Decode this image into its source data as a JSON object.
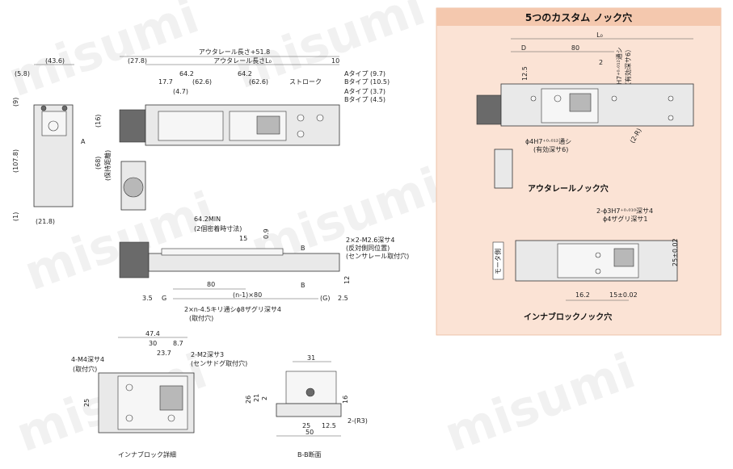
{
  "watermark": "misumi",
  "custom_panel": {
    "title": "5つのカスタム ノック穴",
    "bg_color": "#fbe3d5",
    "title_bg": "#f4c8ae",
    "outer_rail": {
      "caption": "アウタレールノック穴",
      "dims": {
        "L0": "L₀",
        "D": "D",
        "d80": "80",
        "d2": "2",
        "d12_5": "12.5"
      },
      "hole4": "4H7⁺⁰·⁰¹²通シ",
      "hole4_depth": "（有効深サ6）",
      "hole_phi4": "ϕ4H7⁺⁰·⁰¹²通シ",
      "hole_phi4_depth": "(有効深サ6)",
      "r": "(2-R)"
    },
    "inner_block": {
      "caption": "インナブロックノック穴",
      "hole": "2-ϕ3H7⁺⁰·⁰¹⁰深サ4",
      "hole_sub": "ϕ4ザグリ深サ1",
      "motor": "モータ側",
      "d25": "25±0.02",
      "d16_2": "16.2",
      "d15": "15±0.02"
    }
  },
  "main_view": {
    "d43_6": "(43.6)",
    "d5_8": "(5.8)",
    "d9": "(9)",
    "d107_8": "(107.8)",
    "d1": "(1)",
    "d21_8": "(21.8)",
    "d27_8": "(27.8)",
    "outer_len_51": "アウタレール長さ+51.8",
    "outer_len": "アウタレール長さL₀",
    "d10": "10",
    "a_type": "Aタイプ (9.7)",
    "b_type": "Bタイプ (10.5)",
    "a_type2": "Aタイプ (3.7)",
    "b_type2": "Bタイプ (4.5)",
    "d64_2a": "64.2",
    "d64_2b": "64.2",
    "d62_6a": "(62.6)",
    "d62_6b": "(62.6)",
    "d17_7": "17.7",
    "d4_7": "(4.7)",
    "stroke": "ストローク",
    "d16": "(16)",
    "d68": "(68)",
    "holding": "(保持距離)",
    "a_label": "A"
  },
  "side_view": {
    "min": "64.2MIN",
    "min_note": "(2個密着時寸法)",
    "d15": "15",
    "d0_9": "0.9",
    "b_label": "B",
    "m26": "2×2-M2.6深サ4",
    "m26_note1": "(反対側同位置)",
    "m26_note2": "(センサレール取付穴)",
    "d80": "80",
    "n80": "(n-1)×80",
    "d3_5": "3.5",
    "G": "G",
    "Gp": "(G)",
    "d2_5": "2.5",
    "d12": "12",
    "holes": "2×n-4.5キリ通シϕ8ザグリ深サ4",
    "holes_note": "(取付穴)"
  },
  "block_detail": {
    "caption": "インナブロック詳細",
    "d47_4": "47.4",
    "d30": "30",
    "d8_7": "8.7",
    "d23_7": "23.7",
    "d25": "25",
    "m4": "4-M4深サ4",
    "m4_note": "(取付穴)",
    "m2": "2-M2深サ3",
    "m2_note": "(センサドグ取付穴)"
  },
  "section_bb": {
    "caption": "B-B断面",
    "d31": "31",
    "d26": "26",
    "d21": "21",
    "d2": "2",
    "d16": "16",
    "d25": "25",
    "d12_5": "12.5",
    "d50": "50",
    "r3": "2-(R3)"
  }
}
